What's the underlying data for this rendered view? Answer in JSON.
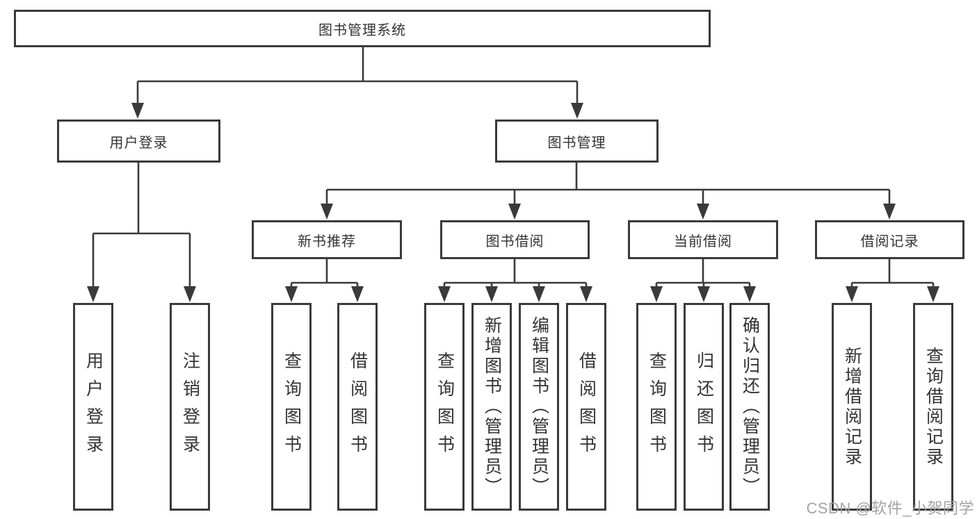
{
  "diagram": {
    "root": {
      "label": "图书管理系统"
    },
    "level2": [
      {
        "label": "用户登录"
      },
      {
        "label": "图书管理"
      }
    ],
    "level3": [
      {
        "label": "新书推荐"
      },
      {
        "label": "图书借阅"
      },
      {
        "label": "当前借阅"
      },
      {
        "label": "借阅记录"
      }
    ],
    "leaves": {
      "user_login": [
        "用户登录",
        "注销登录"
      ],
      "new_book_recommend": [
        "查询图书",
        "借阅图书"
      ],
      "book_borrow": [
        "查询图书",
        "新增图书（管理员）",
        "编辑图书（管理员）",
        "借阅图书"
      ],
      "current_borrow": [
        "查询图书",
        "归还图书",
        "确认归还（管理员）"
      ],
      "borrow_record": [
        "新增借阅记录",
        "查询借阅记录"
      ]
    },
    "watermark": "CSDN @软件_小贺同学",
    "colors": {
      "line": "#3a3a3a",
      "box_border": "#3a3a3a",
      "text": "#333333",
      "watermark": "#9e9ea2",
      "background": "#ffffff"
    }
  }
}
